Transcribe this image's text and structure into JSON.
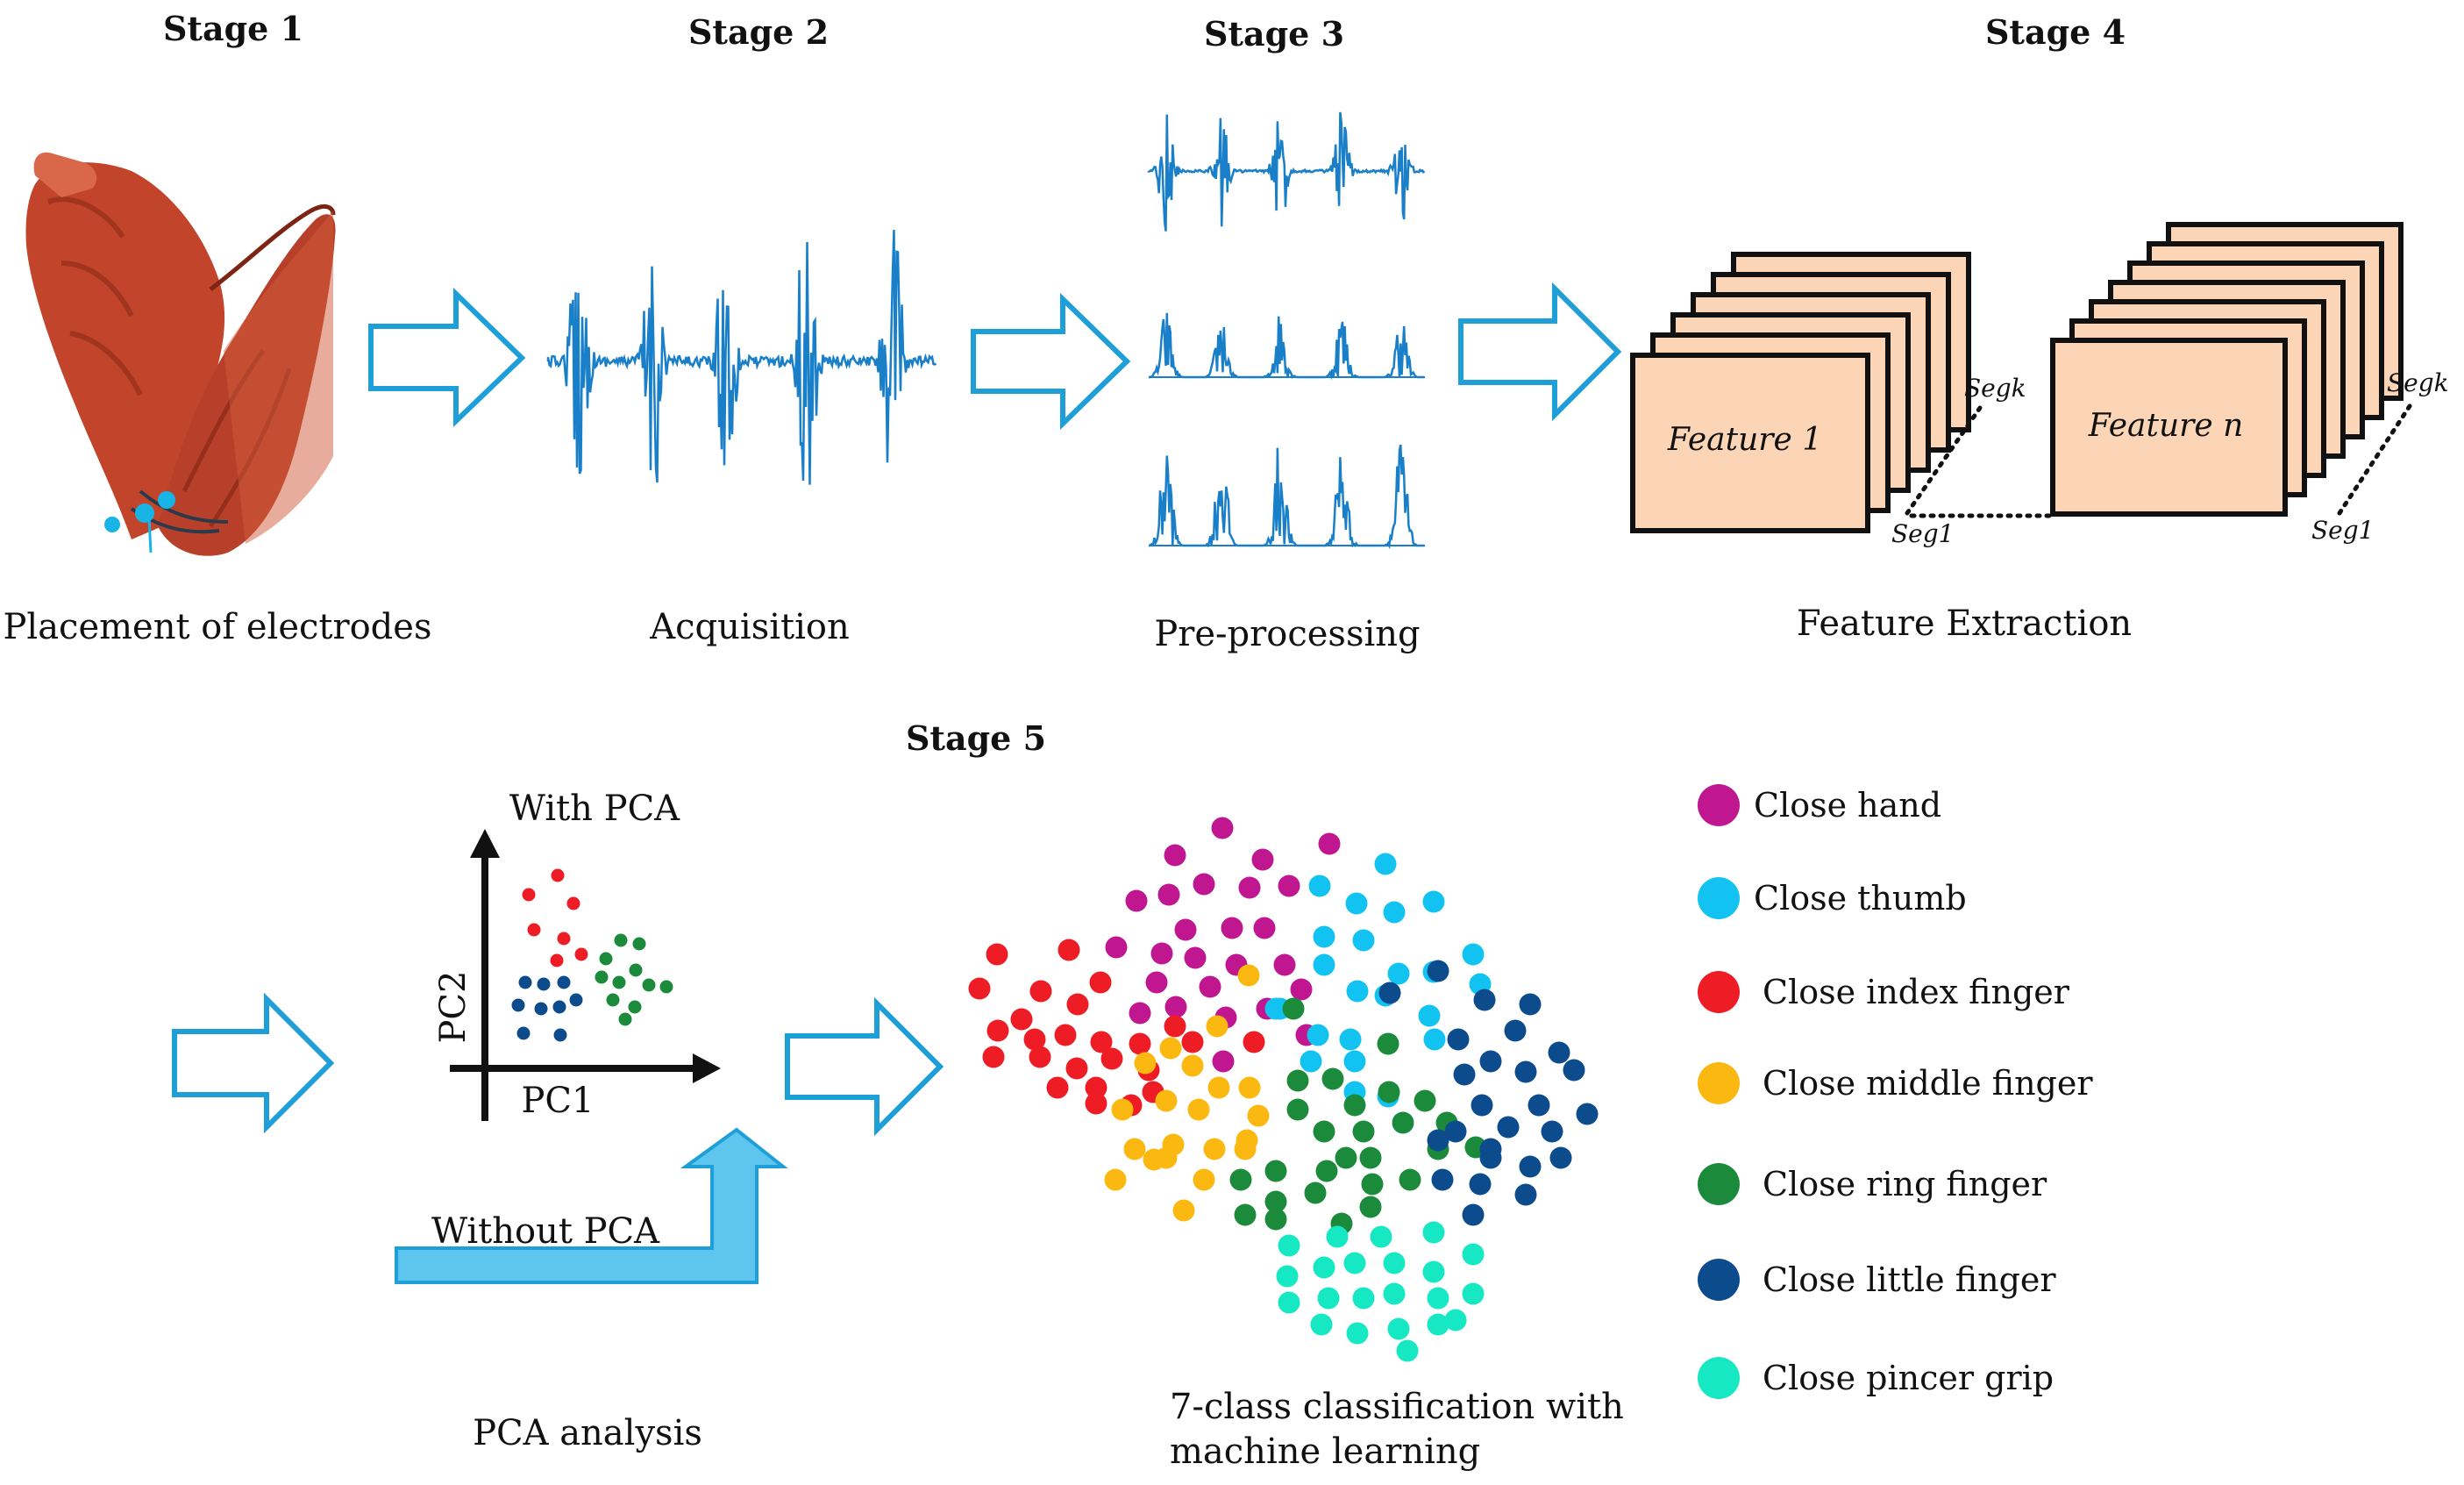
{
  "stages": {
    "s1": "Stage 1",
    "s2": "Stage 2",
    "s3": "Stage 3",
    "s4": "Stage 4",
    "s5": "Stage 5"
  },
  "captions": {
    "electrodes": "Placement of electrodes",
    "acquisition": "Acquisition",
    "preprocessing": "Pre-processing",
    "feature_extraction": "Feature Extraction",
    "pca_analysis": "PCA analysis",
    "classification_line1": "7-class classification with",
    "classification_line2": "machine learning"
  },
  "features": {
    "first": "Feature 1",
    "last": "Feature n",
    "seg_top": "Segk",
    "seg_bottom": "Seg1"
  },
  "pca": {
    "with": "With PCA",
    "without": "Without PCA",
    "x_axis": "PC1",
    "y_axis": "PC2"
  },
  "legend": [
    {
      "label": "Close hand",
      "color": "#c0168f"
    },
    {
      "label": "Close thumb",
      "color": "#12c3f2"
    },
    {
      "label": "Close index finger",
      "color": "#ee1c24"
    },
    {
      "label": "Close middle finger",
      "color": "#fbb811"
    },
    {
      "label": "Close ring finger",
      "color": "#1b8b3b"
    },
    {
      "label": "Close little finger",
      "color": "#0c4b8c"
    },
    {
      "label": "Close pincer grip",
      "color": "#16e8c3"
    }
  ],
  "colors": {
    "arrow_outline": "#1e9fd8",
    "arrow_fill_solid": "#5ec6ee",
    "signal": "#1a7fc9",
    "feature_fill": "#fbd5b5",
    "muscle": "#c2452b"
  }
}
